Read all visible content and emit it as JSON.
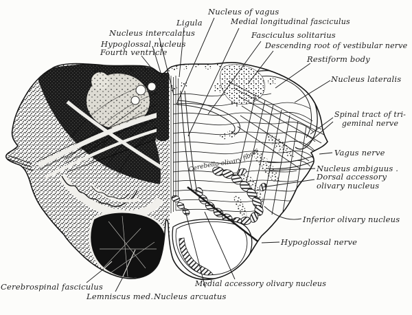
{
  "figure": {
    "internal_text": "Cerebello-olivary fibres"
  },
  "labels": {
    "nucleus_of_vagus": "Nucleus of vagus",
    "ligula": "Ligula",
    "medial_longitudinal_fasciculus": "Medial longitudinal fasciculus",
    "nucleus_intercalatus": "Nucleus intercalatus",
    "fasciculus_solitarius": "Fasciculus solitarius",
    "hypoglossal_nucleus": "Hypoglossal nucleus",
    "descending_root_vestibular": "Descending root of vestibular nerve",
    "fourth_ventricle": "Fourth ventricle",
    "restiform_body": "Restiform body",
    "nucleus_lateralis": "Nucleus lateralis",
    "spinal_tract_trigeminal": "Spinal tract of tri-\ngeminal nerve",
    "vagus_nerve": "Vagus nerve",
    "nucleus_ambiguus": "Nucleus ambiguus .",
    "dorsal_accessory_olivary": "Dorsal accessory\nolivary nucleus",
    "inferior_olivary_nucleus": "Inferior olivary nucleus",
    "hypoglossal_nerve": "Hypoglossal nerve",
    "cerebrospinal_fasciculus": "Cerebrospinal fasciculus",
    "lemniscus_med": "Lemniscus med.",
    "nucleus_arcuatus": "Nucleus arcuatus",
    "medial_accessory_olivary": "Medial accessory olivary nucleus"
  },
  "colors": {
    "ink": "#1b1b1b",
    "paper": "#fcfcfa"
  }
}
